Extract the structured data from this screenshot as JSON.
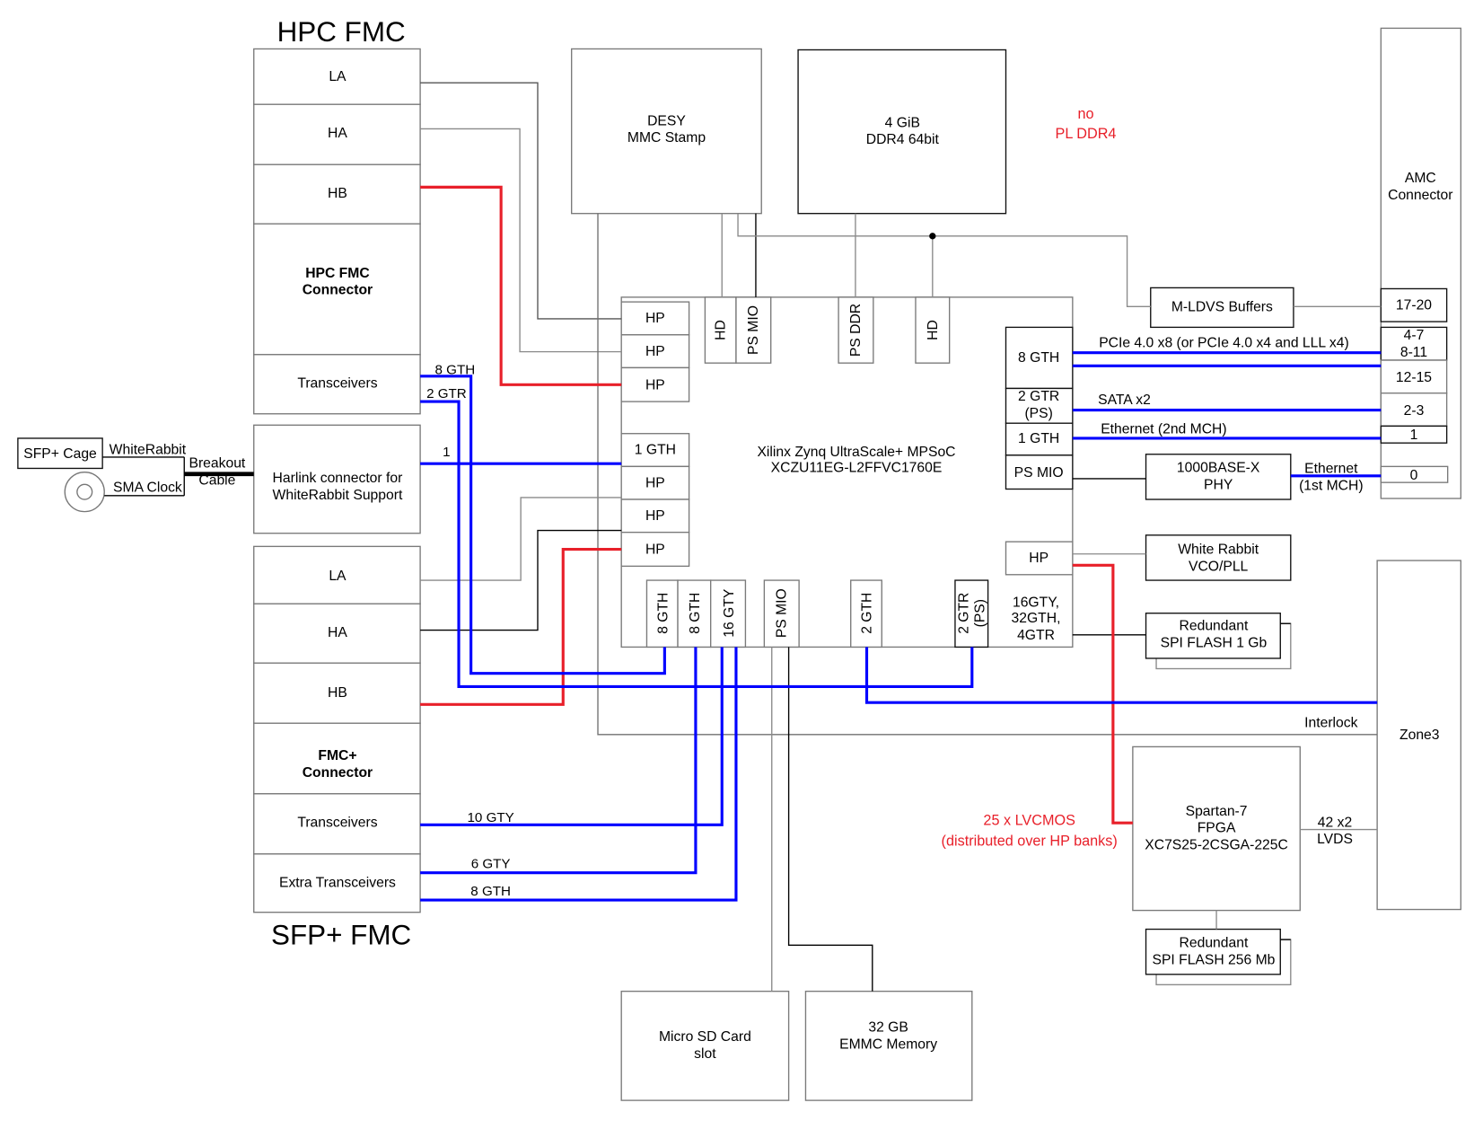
{
  "colors": {
    "signal_blue": "#0000ff",
    "signal_red": "#e8202a",
    "note_red": "#e8202a",
    "line_grey": "#8a8a8a",
    "line_black": "#000000"
  },
  "titles": {
    "hpc_fmc": "HPC FMC",
    "sfp_fmc": "SFP+ FMC"
  },
  "hpc_fmc": {
    "la": "LA",
    "ha": "HA",
    "hb": "HB",
    "connector": [
      "HPC FMC",
      "Connector"
    ],
    "transceivers": "Transceivers"
  },
  "harlink": [
    "Harlink connector for",
    "WhiteRabbit Support"
  ],
  "sfp_fmc": {
    "la": "LA",
    "ha": "HA",
    "hb": "HB",
    "connector": [
      "FMC+",
      "Connector"
    ],
    "transceivers": "Transceivers",
    "extra_transceivers": "Extra Transceivers"
  },
  "whiterabbit_input": {
    "sfp_cage": "SFP+ Cage",
    "whiterabbit": "WhiteRabbit",
    "sma_clock": "SMA Clock",
    "breakout_cable": [
      "Breakout",
      "Cable"
    ],
    "sma_icon": "sma-connector"
  },
  "desy_mmc": [
    "DESY",
    "MMC Stamp"
  ],
  "ddr4": [
    "4 GiB",
    "DDR4 64bit"
  ],
  "note_no_pl_ddr4": [
    "no",
    "PL DDR4"
  ],
  "amc": {
    "title": [
      "AMC",
      "Connector"
    ],
    "ports": {
      "p17_20": "17-20",
      "p4_11": [
        "4-7",
        "8-11"
      ],
      "p12_15": "12-15",
      "p2_3": "2-3",
      "p1": "1",
      "p0": "0"
    }
  },
  "mldvs": "M-LDVS Buffers",
  "mpsoc": {
    "title": [
      "Xilinx Zynq UltraScale+ MPSoC",
      "XCZU11EG-L2FFVC1760E"
    ],
    "left_banks": [
      "HP",
      "HP",
      "HP",
      "1 GTH",
      "HP",
      "HP",
      "HP"
    ],
    "top_banks": [
      "HD",
      "PS MIO",
      "PS DDR",
      "HD"
    ],
    "right_banks": {
      "gth8": "8 GTH",
      "gtr_ps": [
        "2 GTR",
        "(PS)"
      ],
      "gth1": "1 GTH",
      "ps_mio": "PS MIO",
      "hp": "HP",
      "summary": [
        "16GTY,",
        "32GTH,",
        "4GTR"
      ]
    },
    "bottom_banks": [
      "8 GTH",
      "8 GTH",
      "16 GTY",
      "PS MIO",
      "2 GTH"
    ],
    "bottom_gtr_ps": [
      "2 GTR",
      "(PS)"
    ]
  },
  "phy": [
    "1000BASE-X",
    "PHY"
  ],
  "wr_vco": [
    "White Rabbit",
    "VCO/PLL"
  ],
  "spi_flash_1gb": [
    "Redundant",
    "SPI FLASH 1 Gb"
  ],
  "zone3": "Zone3",
  "spartan7": [
    "Spartan-7",
    "FPGA",
    "XC7S25-2CSGA-225C"
  ],
  "spi_flash_256mb": [
    "Redundant",
    "SPI FLASH 256 Mb"
  ],
  "microsd": [
    "Micro SD Card",
    "slot"
  ],
  "emmc": [
    "32 GB",
    "EMMC Memory"
  ],
  "links": {
    "hpc_gth": "8 GTH",
    "hpc_gtr": "2 GTR",
    "harlink": "1",
    "fmcp_trx": "10 GTY",
    "fmcp_extra_gty": "6 GTY",
    "fmcp_extra_gth": "8 GTH",
    "pcie": "PCIe 4.0 x8 (or PCIe 4.0 x4 and LLL x4)",
    "sata": "SATA x2",
    "eth2": "Ethernet (2nd MCH)",
    "eth1": [
      "Ethernet",
      "(1st MCH)"
    ],
    "interlock": "Interlock",
    "lvds": [
      "42 x2",
      "LVDS"
    ]
  },
  "note_lvcmos": [
    "25 x LVCMOS",
    "(distributed over HP banks)"
  ]
}
